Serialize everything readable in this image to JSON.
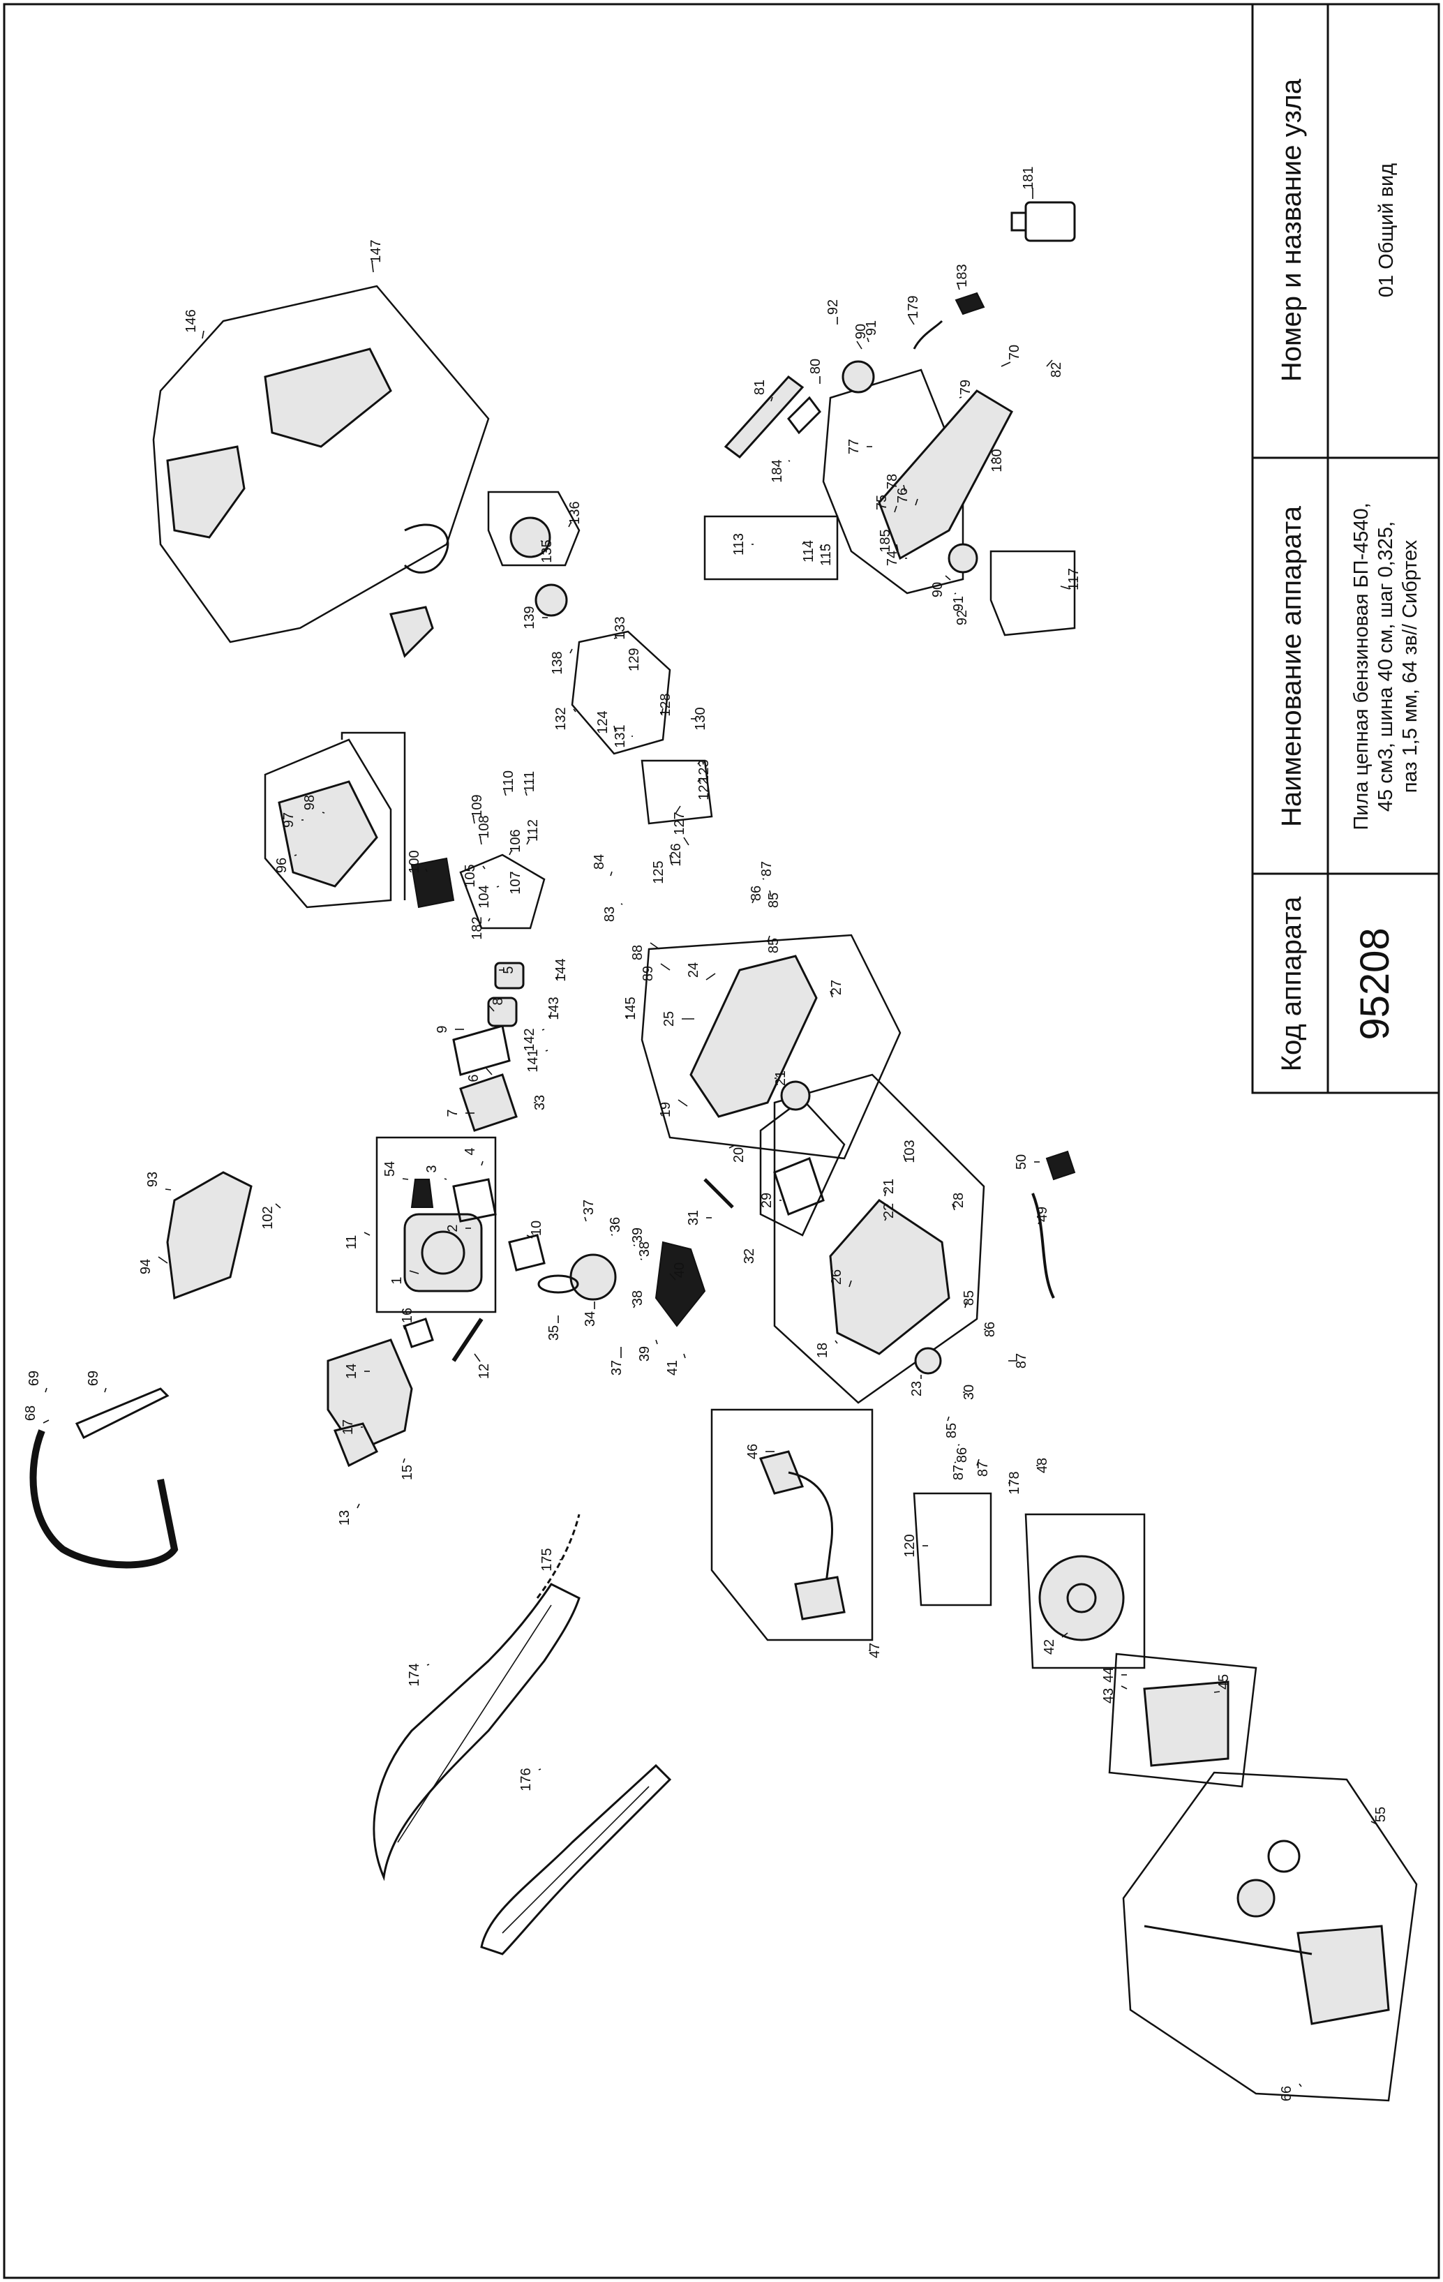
{
  "title_block": {
    "code_header": "Код аппарата",
    "code_value": "95208",
    "name_header": "Наименование аппарата",
    "name_lines": [
      "Пила цепная бензиновая БП-4540,",
      "45 см3, шина 40 см, шаг 0,325,",
      "паз 1,5 мм, 64 зв// Сибртех"
    ],
    "node_header": "Номер и название узла",
    "node_value": "01 Общий вид"
  },
  "callouts": [
    "1",
    "2",
    "3",
    "4",
    "5",
    "6",
    "7",
    "8",
    "9",
    "10",
    "11",
    "12",
    "13",
    "14",
    "15",
    "16",
    "17",
    "18",
    "19",
    "20",
    "21",
    "21",
    "22",
    "23",
    "24",
    "25",
    "26",
    "27",
    "28",
    "29",
    "30",
    "31",
    "32",
    "33",
    "34",
    "35",
    "36",
    "37",
    "37",
    "38",
    "38",
    "39",
    "39",
    "40",
    "41",
    "42",
    "43",
    "44",
    "45",
    "46",
    "47",
    "48",
    "49",
    "50",
    "54",
    "55",
    "66",
    "68",
    "69",
    "69",
    "70",
    "74",
    "75",
    "76",
    "77",
    "78",
    "79",
    "80",
    "81",
    "82",
    "83",
    "84",
    "85",
    "85",
    "85",
    "85",
    "86",
    "86",
    "86",
    "87",
    "87",
    "87",
    "87",
    "88",
    "89",
    "90",
    "90",
    "91",
    "91",
    "92",
    "92",
    "93",
    "94",
    "96",
    "97",
    "98",
    "100",
    "102",
    "103",
    "104",
    "105",
    "106",
    "107",
    "108",
    "109",
    "110",
    "111",
    "112",
    "113",
    "114",
    "115",
    "117",
    "120",
    "122",
    "123",
    "124",
    "125",
    "126",
    "127",
    "128",
    "129",
    "130",
    "131",
    "132",
    "133",
    "135",
    "136",
    "138",
    "139",
    "141",
    "142",
    "143",
    "144",
    "145",
    "146",
    "147",
    "174",
    "175",
    "176",
    "178",
    "179",
    "180",
    "181",
    "182",
    "183",
    "184",
    "185"
  ]
}
